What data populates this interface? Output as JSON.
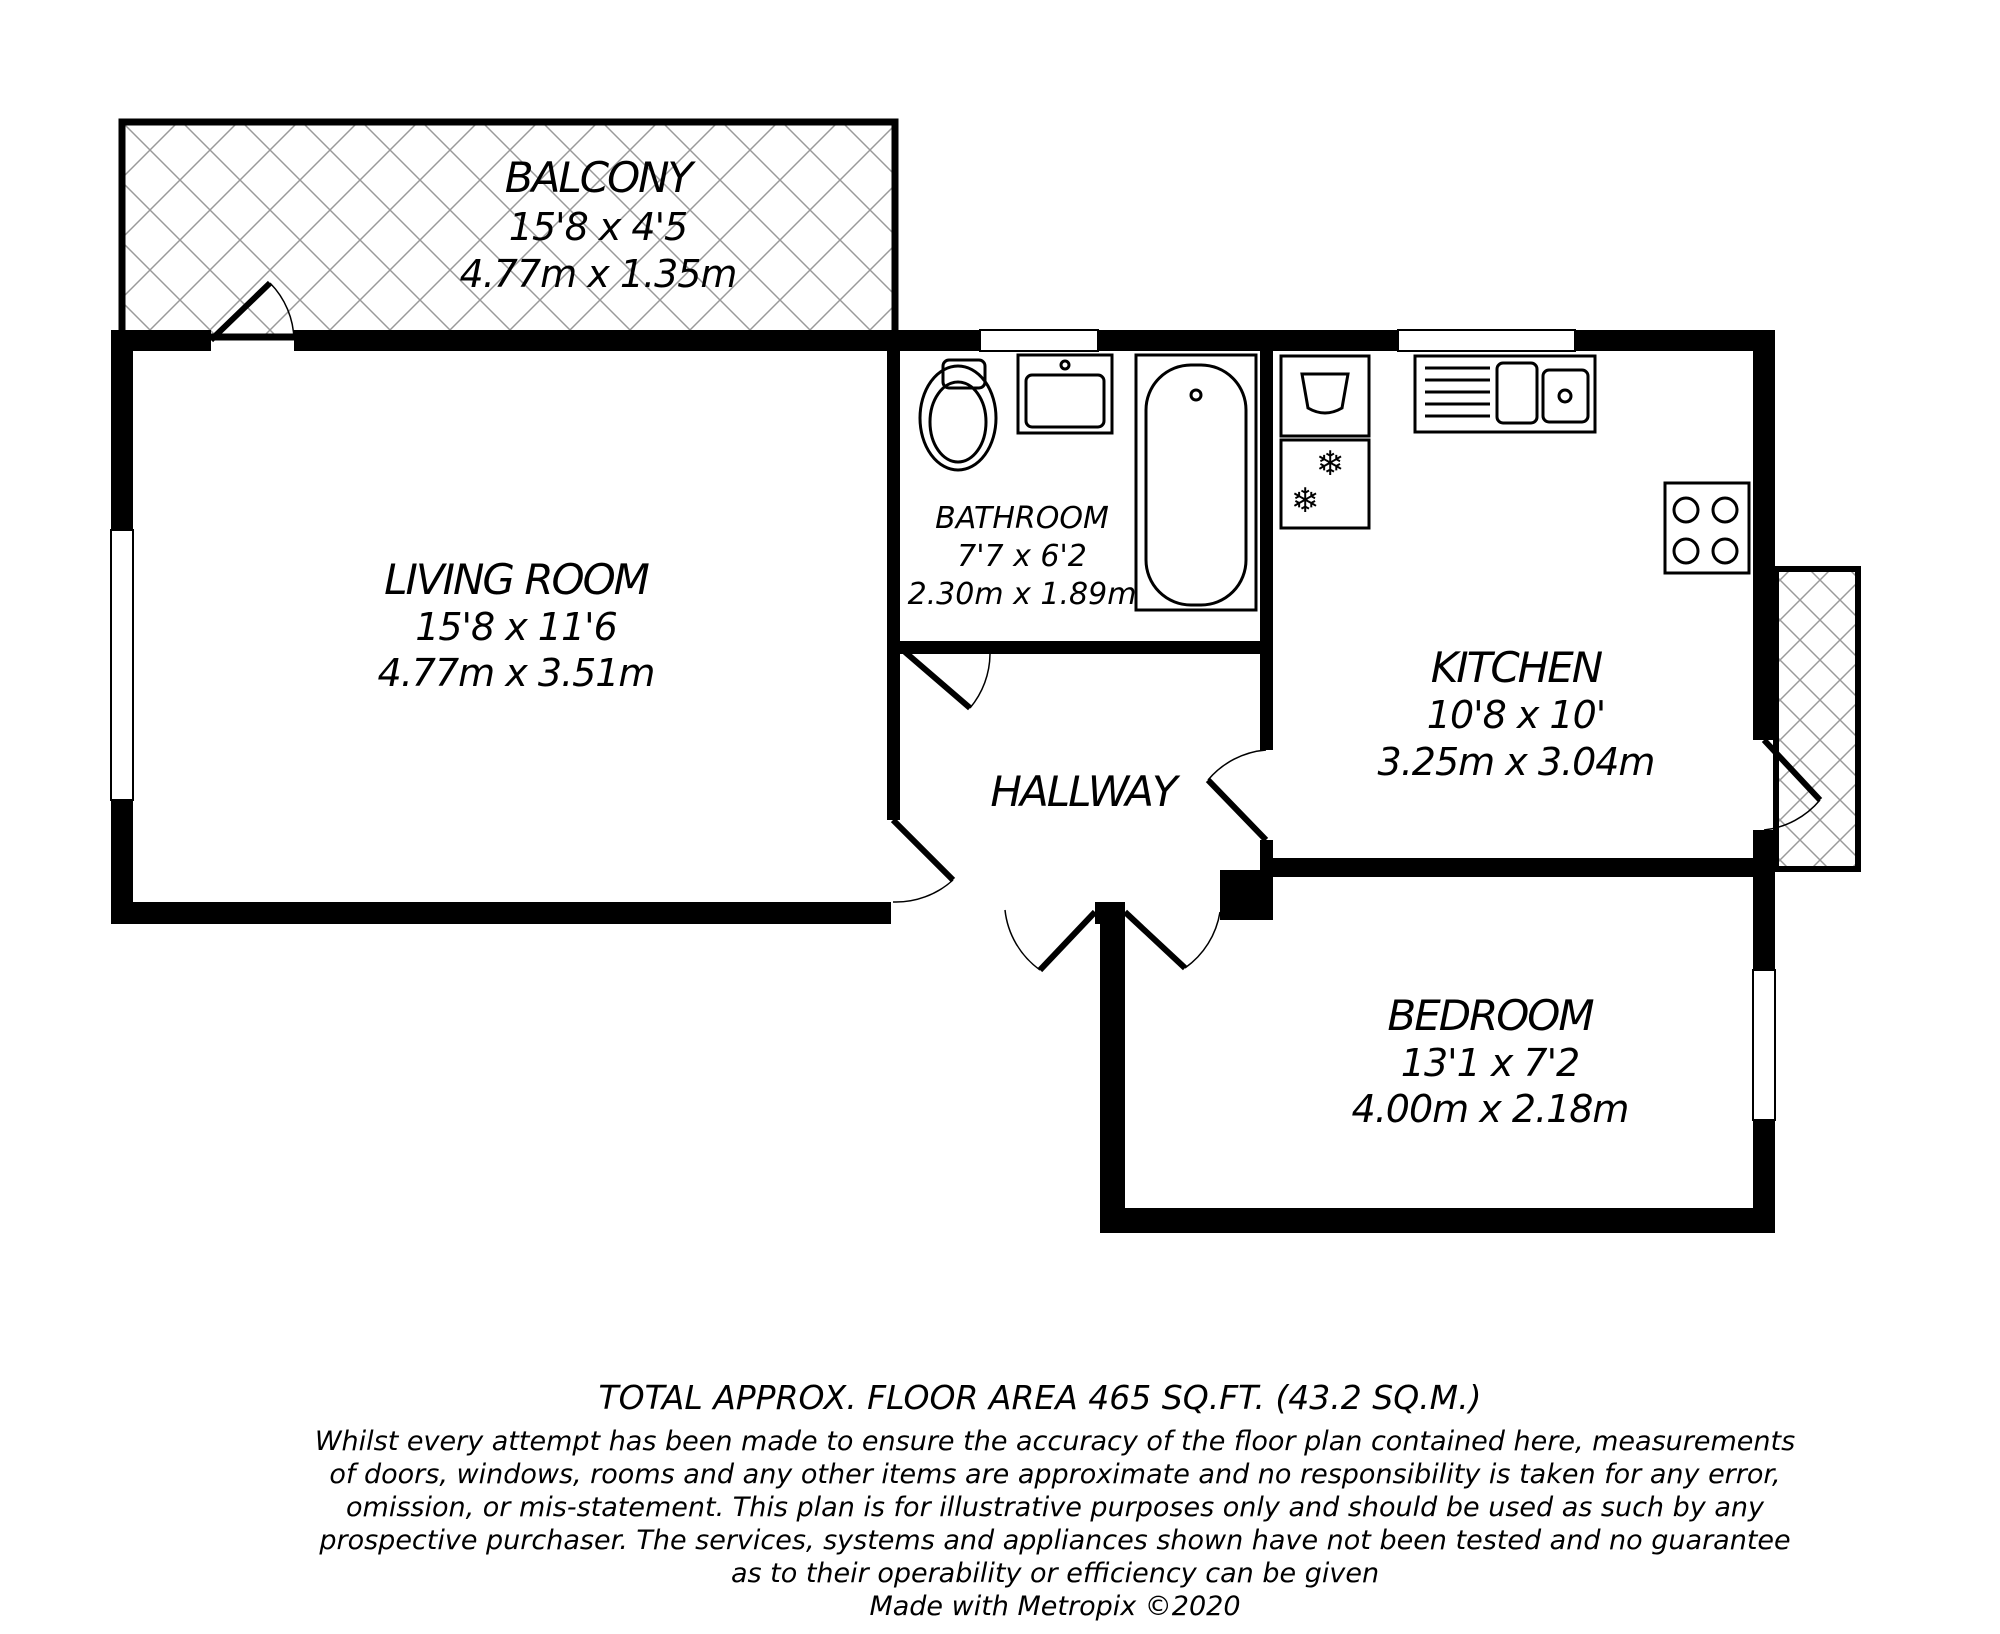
{
  "rooms": {
    "balcony": {
      "name": "BALCONY",
      "imperial": "15'8 x 4'5",
      "metric": "4.77m x 1.35m"
    },
    "living": {
      "name": "LIVING ROOM",
      "imperial": "15'8 x 11'6",
      "metric": "4.77m x 3.51m"
    },
    "bathroom": {
      "name": "BATHROOM",
      "imperial": "7'7 x 6'2",
      "metric": "2.30m x 1.89m"
    },
    "kitchen": {
      "name": "KITCHEN",
      "imperial": "10'8 x 10'",
      "metric": "3.25m x 3.04m"
    },
    "hallway": {
      "name": "HALLWAY"
    },
    "bedroom": {
      "name": "BEDROOM",
      "imperial": "13'1 x 7'2",
      "metric": "4.00m x 2.18m"
    }
  },
  "footer": {
    "total_area": "TOTAL APPROX. FLOOR AREA 465 SQ.FT. (43.2 SQ.M.)",
    "disclaimer_lines": [
      "Whilst every attempt has been made to ensure the accuracy of the floor plan contained here, measurements",
      "of doors, windows, rooms and any other items are approximate and no responsibility is taken for any error,",
      "omission, or mis-statement. This plan is for illustrative purposes only and should be used as such by any",
      "prospective purchaser. The services, systems and appliances shown have not been tested and no guarantee",
      "as to their operability or efficiency can be given"
    ],
    "credit": "Made with Metropix ©2020"
  },
  "colors": {
    "wall": "#000000",
    "background": "#ffffff",
    "hatch": "#9a9a9a"
  },
  "icons": [
    "toilet-icon",
    "basin-icon",
    "bath-icon",
    "washing-machine-icon",
    "fridge-freezer-icon",
    "sink-icon",
    "hob-icon"
  ]
}
